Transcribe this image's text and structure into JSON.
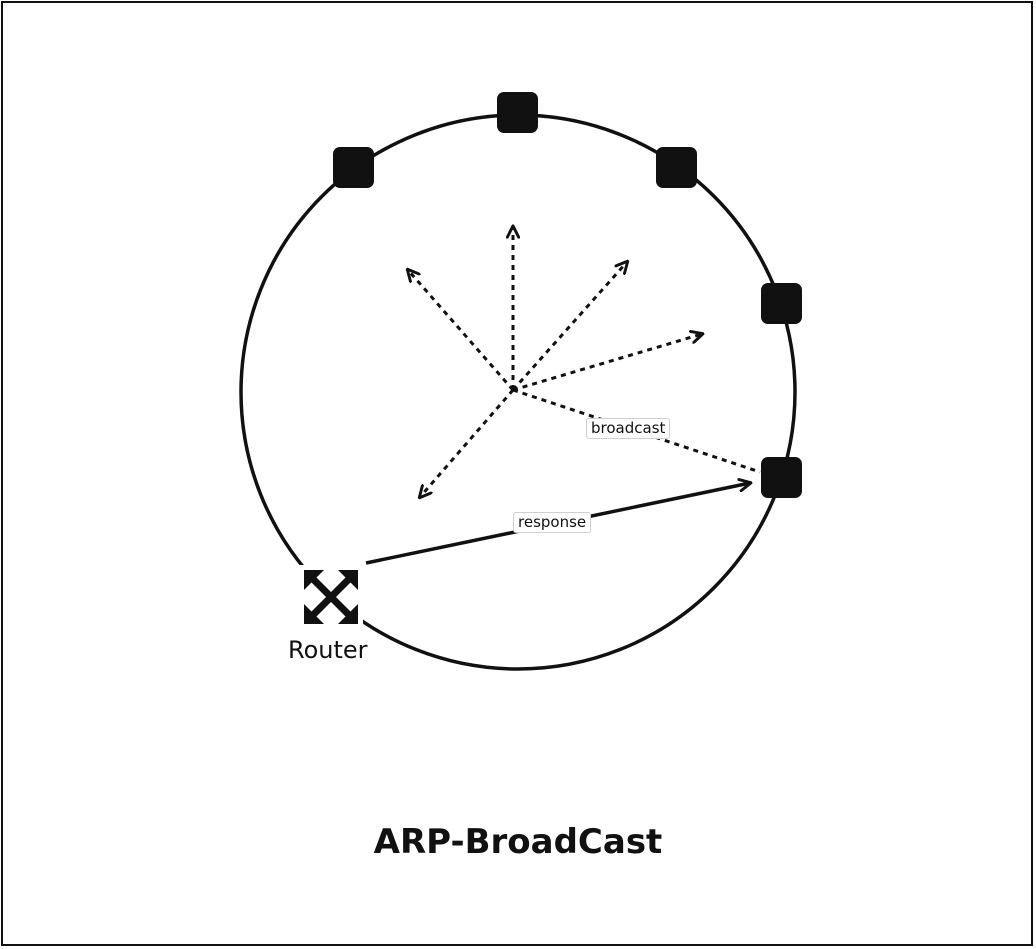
{
  "title": "ARP-BroadCast",
  "router": {
    "label": "Router",
    "icon": "router-icon"
  },
  "hosts": [
    {
      "name": "host-top-left"
    },
    {
      "name": "host-top"
    },
    {
      "name": "host-top-right"
    },
    {
      "name": "host-right"
    },
    {
      "name": "host-lower-right"
    }
  ],
  "edges": {
    "broadcast_label": "broadcast",
    "response_label": "response"
  },
  "colors": {
    "stroke": "#111111",
    "background": "#ffffff"
  }
}
